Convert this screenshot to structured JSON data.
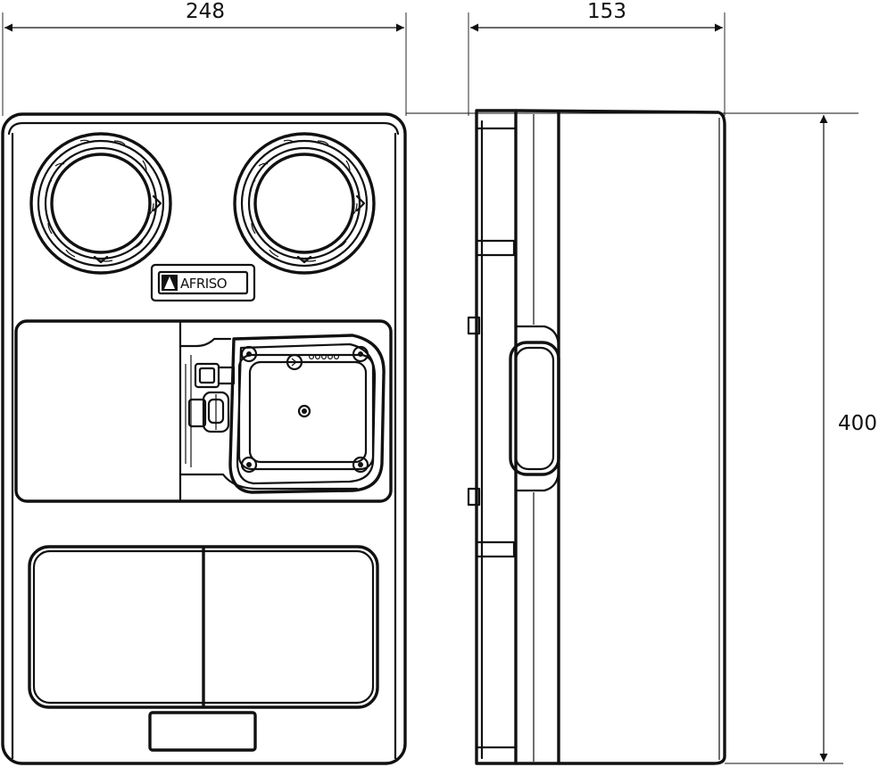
{
  "dimensions": {
    "width": "248",
    "depth": "153",
    "height": "400"
  },
  "brand": {
    "logo_text": "AFRISO"
  }
}
